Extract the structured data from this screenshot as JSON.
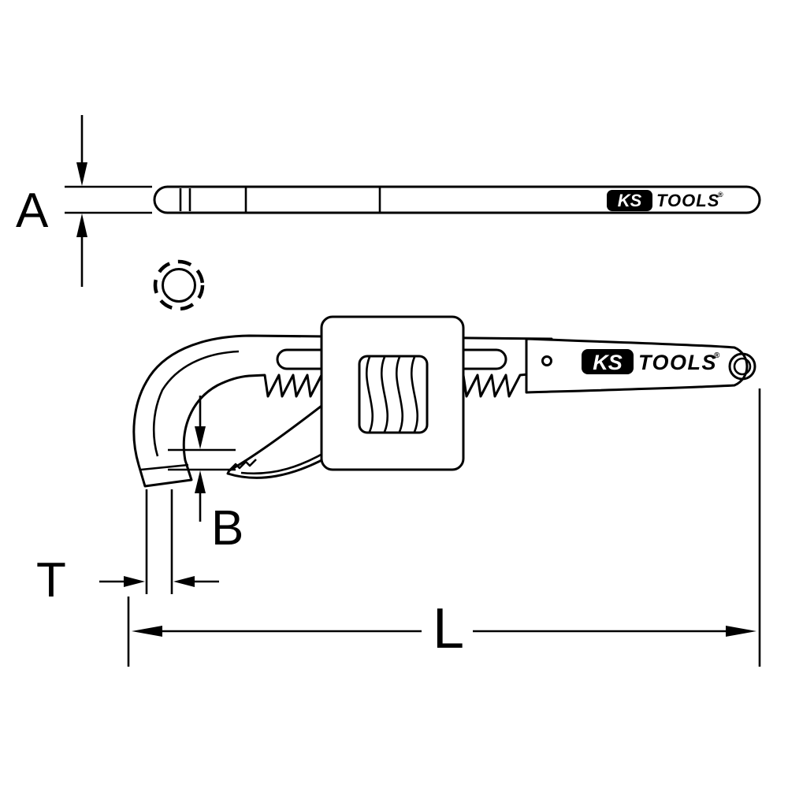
{
  "diagram": {
    "dimension_labels": {
      "a": "A",
      "b": "B",
      "t": "T",
      "l": "L"
    },
    "brand": {
      "ks": "KS",
      "tools": "TOOLS",
      "registered": "®"
    },
    "colors": {
      "line": "#000000",
      "background": "#ffffff"
    }
  }
}
